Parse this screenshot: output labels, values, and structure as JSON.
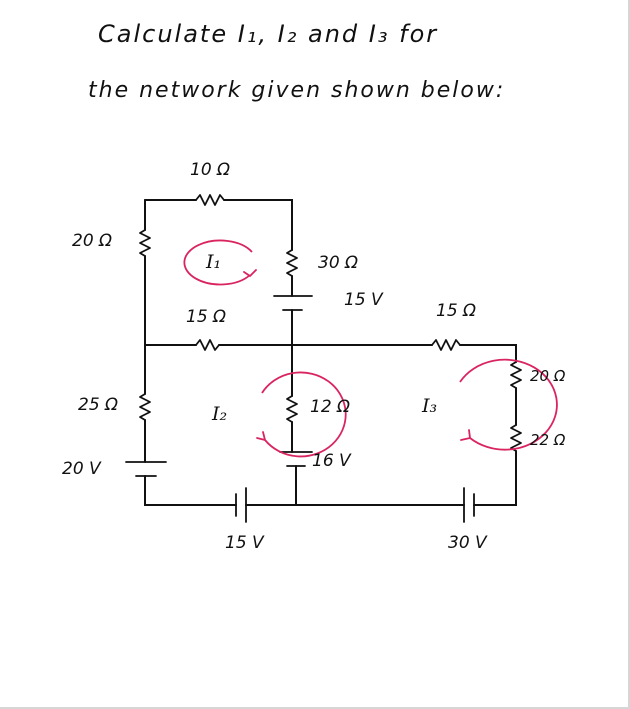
{
  "question": {
    "line1": "Calculate I₁, I₂ and I₃ for",
    "line2": "the network given shown below:"
  },
  "circuit": {
    "resistors": {
      "r_top": "10 Ω",
      "r_left_upper": "20 Ω",
      "r_middle_upper": "30 Ω",
      "r_middle_horizontal": "15 Ω",
      "r_right_top": "15 Ω",
      "r_right_upper": "20 Ω",
      "r_right_lower": "22 Ω",
      "r_left_lower": "25 Ω",
      "r_center": "12 Ω"
    },
    "sources": {
      "v_middle_upper": "15 V",
      "v_left": "20 V",
      "v_center": "16 V",
      "v_bottom_left": "15 V",
      "v_bottom_right": "30 V"
    },
    "loops": {
      "loop1": "I₁",
      "loop2": "I₂",
      "loop3": "I₃"
    }
  },
  "colors": {
    "ink": "#111111",
    "loop_arrow": "#d9245f"
  }
}
